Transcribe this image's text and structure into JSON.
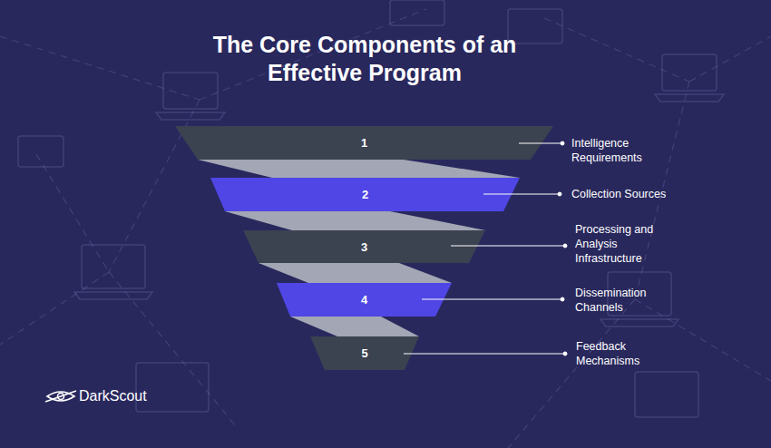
{
  "diagram": {
    "title": "The Core Components of an Effective Program",
    "nodes": [
      {
        "text": [
          "1"
        ]
      },
      {
        "text": [
          "2"
        ]
      },
      {
        "text": [
          "3"
        ]
      },
      {
        "text": [
          "4"
        ]
      },
      {
        "text": [
          "5"
        ]
      }
    ],
    "labels": [
      "Intelligence Requirements",
      "Collection Sources",
      "Processing and Analysis Infrastructure",
      "Dissemination Channels",
      "Feedback Mechanisms",
      "DarkScout"
    ]
  }
}
